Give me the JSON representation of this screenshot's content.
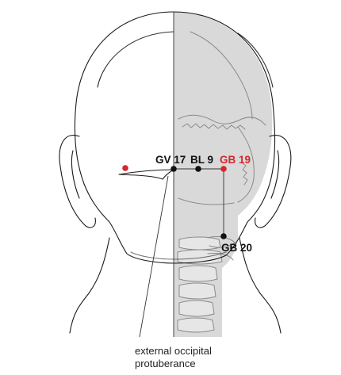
{
  "colors": {
    "outline": "#1a1a1a",
    "skull_shade": "#d9d9d9",
    "bone_line": "#8a8a8a",
    "point_black": "#111111",
    "point_red": "#d7262d"
  },
  "points": {
    "gv17": {
      "label": "GV 17",
      "color": "black"
    },
    "bl9": {
      "label": "BL 9",
      "color": "black"
    },
    "gb19": {
      "label": "GB 19",
      "color": "red"
    },
    "gb20": {
      "label": "GB 20",
      "color": "black"
    },
    "gb19_left": {
      "label": "",
      "color": "red"
    }
  },
  "annotation": {
    "line1": "external occipital",
    "line2": "protuberance"
  }
}
